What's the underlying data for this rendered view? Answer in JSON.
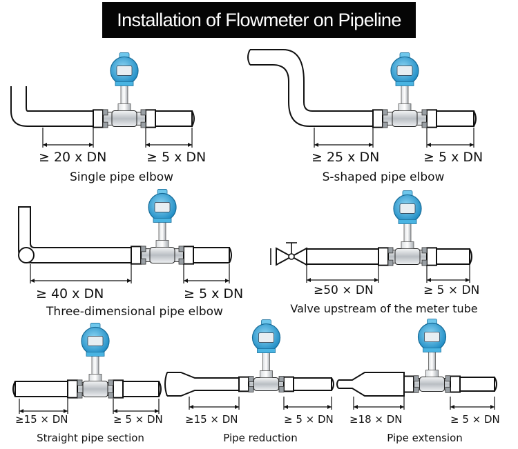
{
  "title": "Installation of Flowmeter on Pipeline",
  "colors": {
    "title_bg": "#050505",
    "title_fg": "#ffffff",
    "meter_blue": "#3fb0e0",
    "steel": "#c8ccd0"
  },
  "diagrams": [
    {
      "caption": "Single pipe elbow",
      "upstream": "≥ 20 x DN",
      "downstream": "≥ 5 x DN"
    },
    {
      "caption": "S-shaped pipe elbow",
      "upstream": "≥ 25 x DN",
      "downstream": "≥ 5 x DN"
    },
    {
      "caption": "Three-dimensional pipe elbow",
      "upstream": "≥ 40 x DN",
      "downstream": "≥ 5 x DN"
    },
    {
      "caption": "Valve upstream of the meter tube",
      "upstream": "≥50 × DN",
      "downstream": "≥ 5 × DN"
    },
    {
      "caption": "Straight pipe section",
      "upstream": "≥15 × DN",
      "downstream": "≥ 5 × DN"
    },
    {
      "caption": "Pipe reduction",
      "upstream": "≥15 × DN",
      "downstream": "≥ 5 × DN"
    },
    {
      "caption": "Pipe extension",
      "upstream": "≥18 × DN",
      "downstream": "≥ 5 × DN"
    }
  ]
}
